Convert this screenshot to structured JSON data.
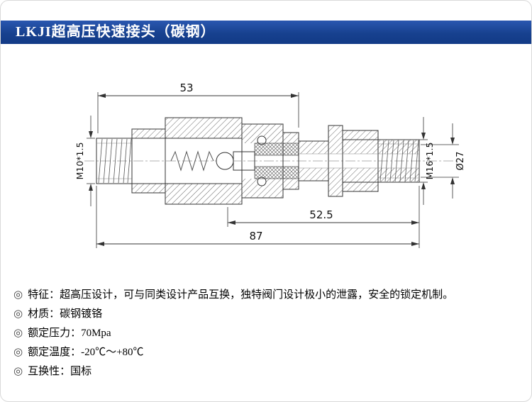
{
  "header": {
    "title": "LKJI超高压快速接头（碳钢）",
    "bg_color": "#17418f"
  },
  "drawing": {
    "labels": {
      "len_coupler": "53",
      "len_plug": "52.5",
      "len_total": "87",
      "thread_left": "M10*1.5",
      "thread_right": "M16*1.5",
      "diameter": "Ø27"
    }
  },
  "specs": {
    "bullet": "◎",
    "items": [
      "特征：超高压设计，可与同类设计产品互换，独特阀门设计极小的泄露，安全的锁定机制。",
      "材质：碳钢镀铬",
      "额定压力：70Mpa",
      "额定温度：-20℃～+80℃",
      "互换性：国标"
    ]
  }
}
